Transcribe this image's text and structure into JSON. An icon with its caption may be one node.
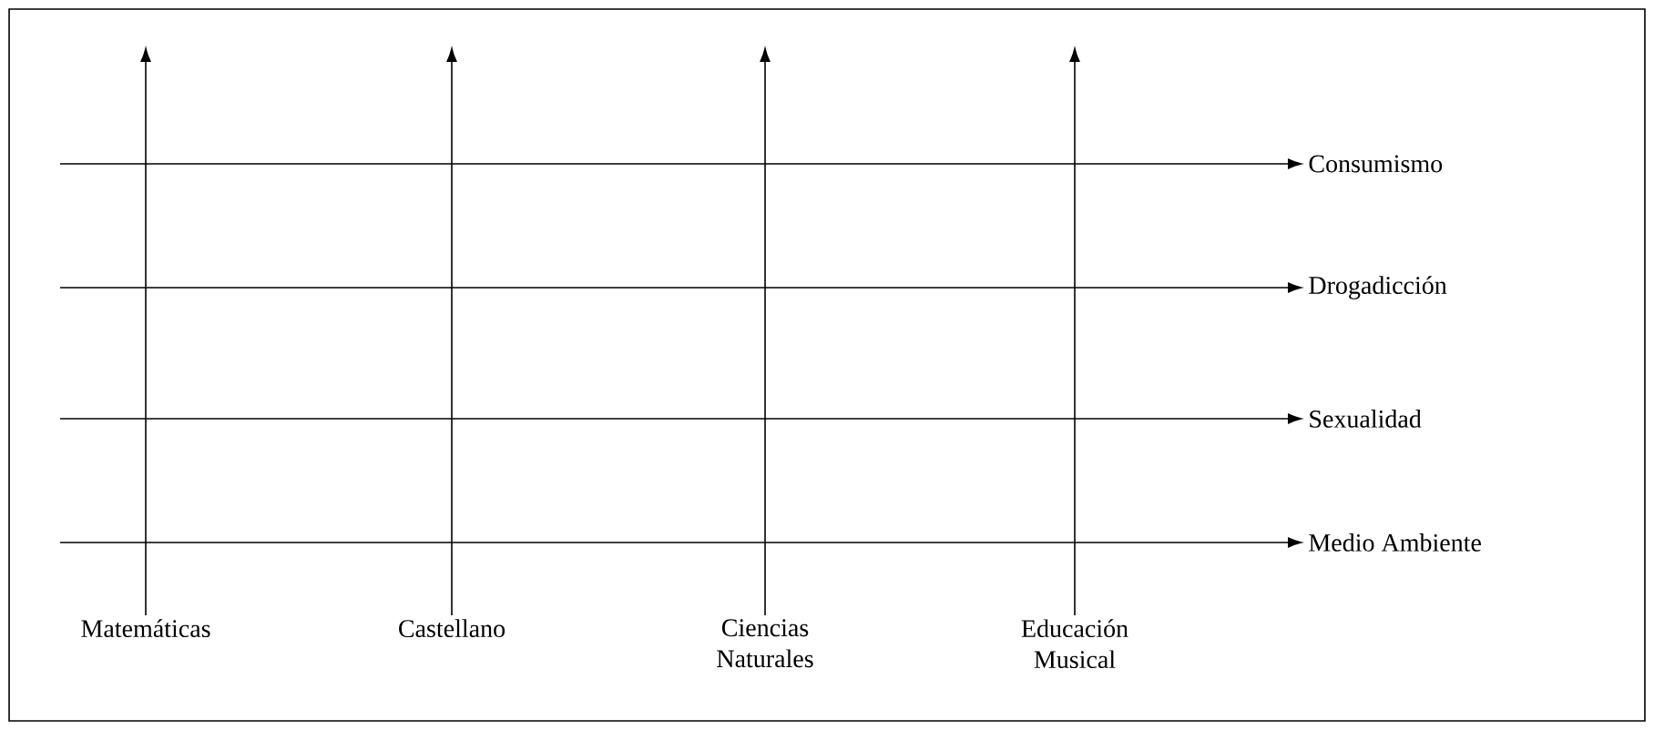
{
  "diagram": {
    "nodes": [
      {
        "text": [
          "Matemáticas"
        ]
      },
      {
        "text": [
          "Castellano"
        ]
      },
      {
        "text": [
          "Ciencias Naturales"
        ]
      },
      {
        "text": [
          "Educación Musical"
        ]
      },
      {
        "text": [
          "Consumismo"
        ]
      },
      {
        "text": [
          "Drogadicción"
        ]
      },
      {
        "text": [
          "Sexualidad"
        ]
      },
      {
        "text": [
          "Medio Ambiente"
        ]
      }
    ],
    "edges": [
      {
        "from": 0,
        "to": null,
        "arrow": "to"
      },
      {
        "from": 1,
        "to": null,
        "arrow": "to"
      },
      {
        "from": 2,
        "to": null,
        "arrow": "to"
      },
      {
        "from": 3,
        "to": null,
        "arrow": "to"
      },
      {
        "from": null,
        "to": 4,
        "arrow": "to"
      },
      {
        "from": null,
        "to": 5,
        "arrow": "to"
      },
      {
        "from": null,
        "to": 6,
        "arrow": "to"
      },
      {
        "from": null,
        "to": 7,
        "arrow": "to"
      }
    ]
  }
}
